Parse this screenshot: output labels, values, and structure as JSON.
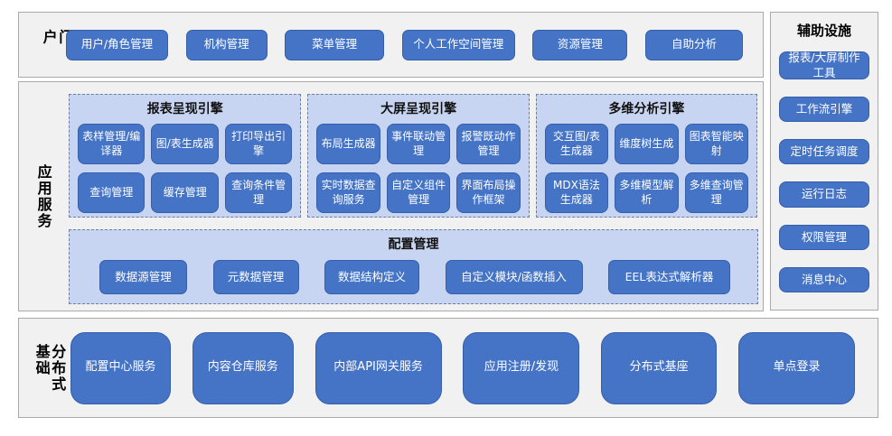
{
  "colors": {
    "module_blue": "#4574C6",
    "module_border": "#355FA8",
    "module_text": "#FFFFFF",
    "group_bg": "#C8D5F2",
    "group_dash_border": "#707D9E",
    "panel_bg": "#F1F1F1",
    "panel_border": "#A9A9A9",
    "label_text": "#000000"
  },
  "portal": {
    "label": "门户",
    "items": [
      "用户/角色管理",
      "机构管理",
      "菜单管理",
      "个人工作空间管理",
      "资源管理",
      "自助分析"
    ]
  },
  "app_services": {
    "label": "应用服务",
    "engines": [
      {
        "title": "报表呈现引擎",
        "items": [
          "表样管理/编译器",
          "图/表生成器",
          "打印导出引擎",
          "查询管理",
          "缓存管理",
          "查询条件管理"
        ]
      },
      {
        "title": "大屏呈现引擎",
        "items": [
          "布局生成器",
          "事件联动管理",
          "报警既动作管理",
          "实时数据查询服务",
          "自定义组件管理",
          "界面布局操作框架"
        ]
      },
      {
        "title": "多维分析引擎",
        "items": [
          "交互图/表生成器",
          "维度树生成",
          "图表智能映射",
          "MDX语法生成器",
          "多维模型解析",
          "多维查询管理"
        ]
      }
    ],
    "config": {
      "title": "配置管理",
      "items": [
        "数据源管理",
        "元数据管理",
        "数据结构定义",
        "自定义模块/函数插入",
        "EEL表达式解析器"
      ]
    }
  },
  "auxiliary": {
    "title": "辅助设施",
    "items": [
      "报表/大屏制作工具",
      "工作流引擎",
      "定时任务调度",
      "运行日志",
      "权限管理",
      "消息中心"
    ]
  },
  "distributed": {
    "label": "分布式基础",
    "items": [
      "配置中心服务",
      "内容仓库服务",
      "内部API网关服务",
      "应用注册/发现",
      "分布式基座",
      "单点登录"
    ]
  }
}
